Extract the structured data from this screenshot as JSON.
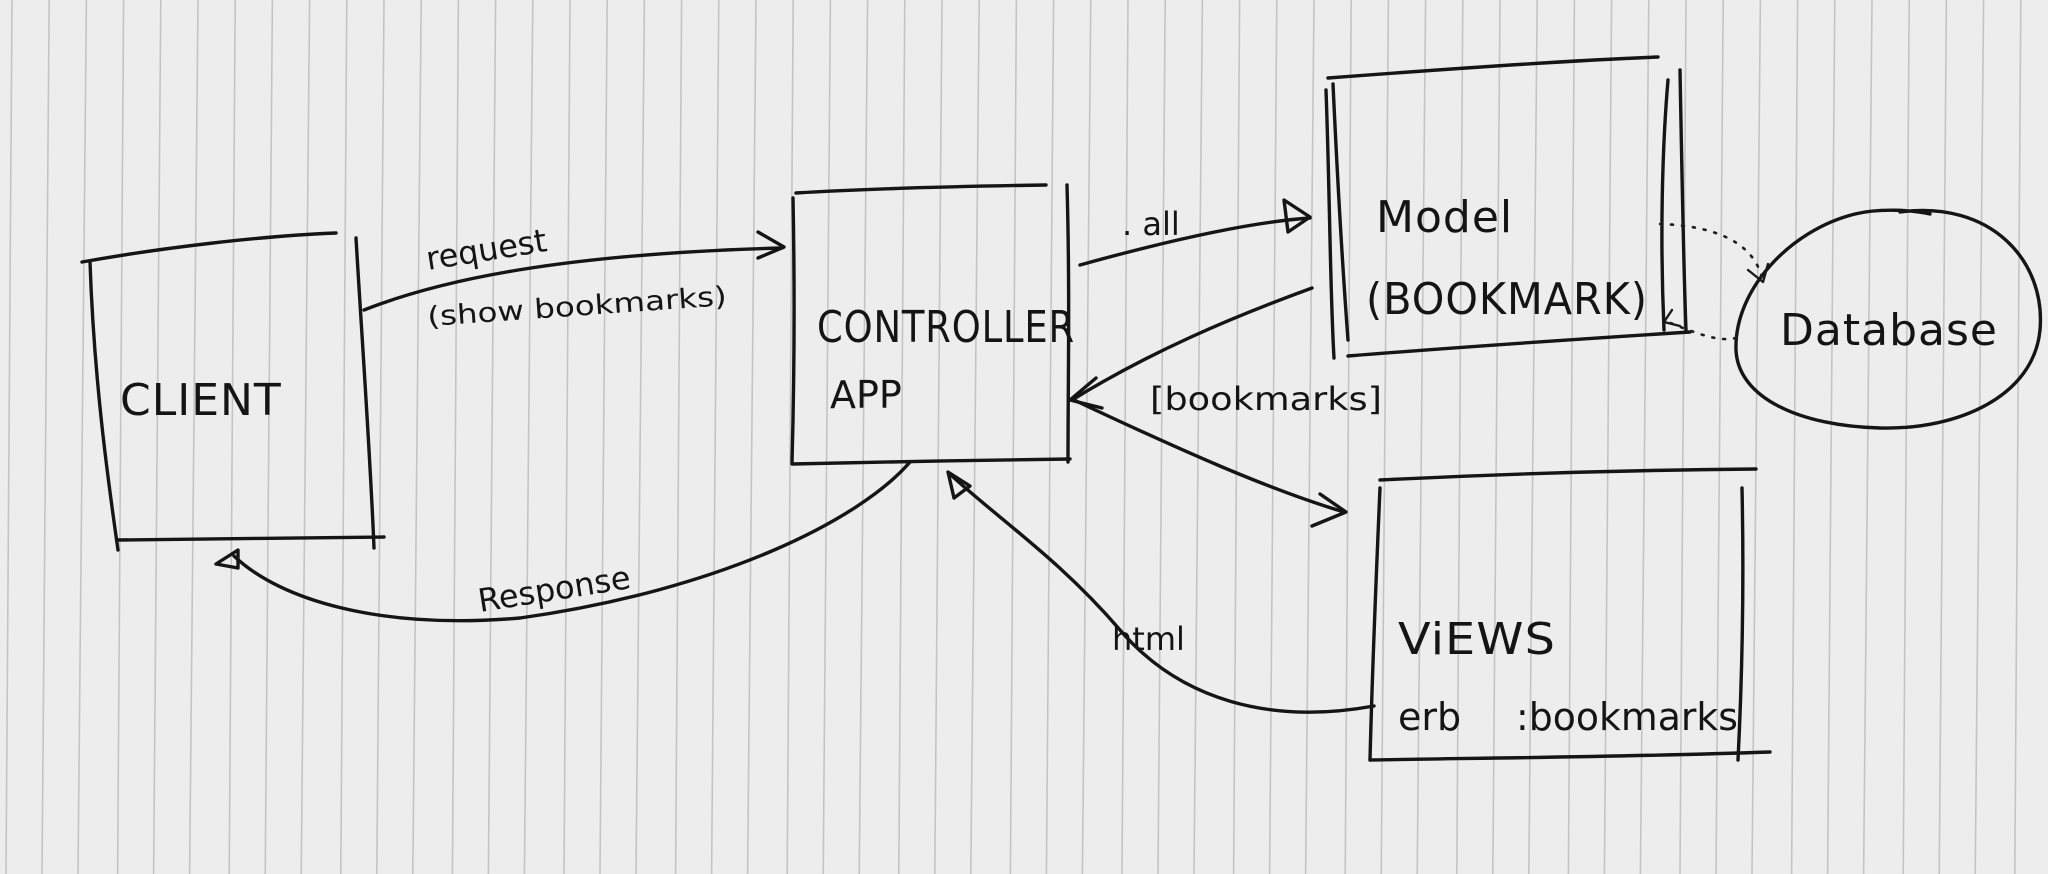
{
  "nodes": {
    "client": {
      "label": "CLIENT"
    },
    "controller": {
      "label": "CONTROLLER",
      "sublabel": "APP"
    },
    "model": {
      "label": "Model",
      "sublabel": "(BOOKMARK)"
    },
    "database": {
      "label": "Database"
    },
    "views": {
      "label": "ViEWS",
      "sublabel_left": "erb",
      "sublabel_right": ":bookmarks"
    }
  },
  "edges": {
    "request": {
      "label": "request",
      "note": "(show bookmarks)"
    },
    "all": {
      "label": ". all"
    },
    "bookmarks_return": {
      "label": "[bookmarks]"
    },
    "response": {
      "label": "Response"
    },
    "html": {
      "label": "html"
    }
  },
  "colors": {
    "paper": "#ededed",
    "rule_line": "#c4c4c4",
    "ink": "#151515"
  }
}
